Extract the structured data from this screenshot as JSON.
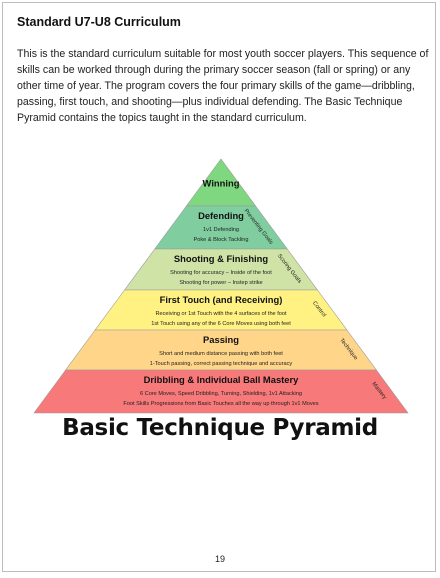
{
  "heading": "Standard U7-U8 Curriculum",
  "intro": "This is the standard curriculum suitable for most youth soccer players. This sequence of skills can be worked through during the primary soccer season (fall or spring) or any other time of year. The program covers the four primary skills of the game—dribbling, passing, first touch, and shooting—plus individual defending. The Basic Technique Pyramid contains the topics taught in the standard curriculum.",
  "pyramid": {
    "tiers": [
      {
        "title": "Winning",
        "lines": [],
        "side_label": "",
        "color": "#7fd87f"
      },
      {
        "title": "Defending",
        "lines": [
          "1v1 Defending",
          "Poke & Block Tackling"
        ],
        "side_label": "Preventing Goals",
        "color": "#80cda0"
      },
      {
        "title": "Shooting & Finishing",
        "lines": [
          "Shooting for accuracy – Inside of the foot",
          "Shooting for power – Instep strike"
        ],
        "side_label": "Scoring Goals",
        "color": "#cfe3a6"
      },
      {
        "title": "First Touch (and Receiving)",
        "lines": [
          "Receiving or 1st Touch with the 4 surfaces of the foot",
          "1st Touch using any of the 6 Core Moves using both feet"
        ],
        "side_label": "Control",
        "color": "#fff283"
      },
      {
        "title": "Passing",
        "lines": [
          "Short and medium distance passing with both feet",
          "1-Touch passing, correct passing technique and accuracy"
        ],
        "side_label": "Technique",
        "color": "#ffd58a"
      },
      {
        "title": "Dribbling & Individual Ball Mastery",
        "lines": [
          "6 Core Moves, Speed Dribbling, Turning, Shielding, 1v1 Attacking",
          "Foot Skills Progressions from Basic Touches all the way up through 1v1 Moves"
        ],
        "side_label": "Mastery",
        "color": "#f77979"
      }
    ]
  },
  "caption": "Basic Technique Pyramid",
  "page_number": "19"
}
